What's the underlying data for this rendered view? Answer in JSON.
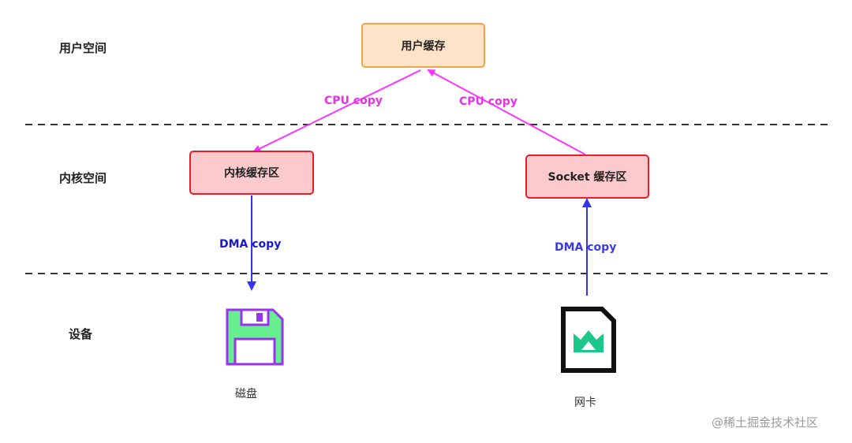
{
  "zones": {
    "user_space": "用户空间",
    "kernel_space": "内核空间",
    "devices": "设备"
  },
  "nodes": {
    "user_buffer": "用户缓存",
    "kernel_buffer": "内核缓存区",
    "socket_buffer": "Socket 缓存区"
  },
  "edges": {
    "cpu_copy_left": "CPU copy",
    "cpu_copy_right": "CPU copy",
    "dma_copy_left": "DMA copy",
    "dma_copy_right": "DMA copy"
  },
  "devices": {
    "disk": "磁盘",
    "nic": "网卡"
  },
  "colors": {
    "cpu_arrow": "#ff33ff",
    "dma_arrow": "#3333ee",
    "dma_label_left": "#1a1acc",
    "dma_label_right": "#3a3adf",
    "cpu_label": "#e633e6",
    "divider": "#333333"
  },
  "icons": {
    "disk": "floppy-disk-icon",
    "nic": "network-card-icon"
  },
  "watermark": "@稀土掘金技术社区"
}
